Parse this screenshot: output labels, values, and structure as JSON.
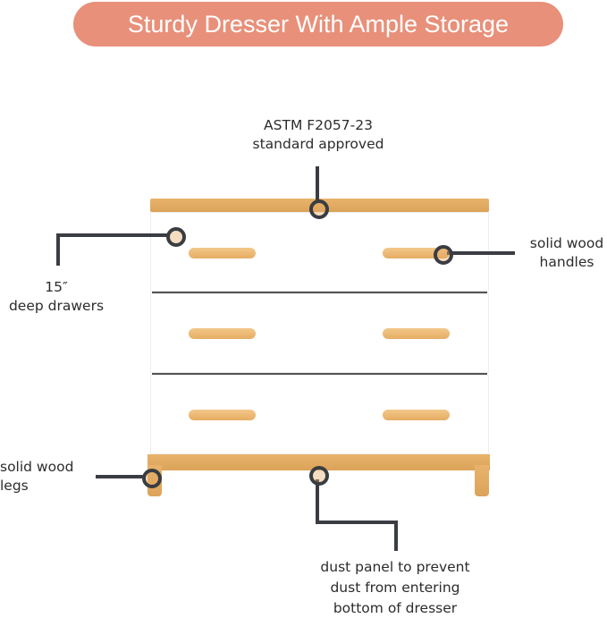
{
  "title": "Sturdy Dresser With Ample Storage",
  "colors": {
    "title_bg": "#e8907a",
    "callout_line": "#3a3d42",
    "wood": "#dca35a"
  },
  "callouts": {
    "astm": {
      "line1": "ASTM F2057-23",
      "line2": "standard approved"
    },
    "drawers": {
      "line1": "15″",
      "line2": "deep drawers"
    },
    "handles": {
      "line1": "solid wood",
      "line2": "handles"
    },
    "legs": {
      "line1": "solid wood",
      "line2": "legs"
    },
    "dust": {
      "line1": "dust panel to prevent",
      "line2": "dust from entering",
      "line3": "bottom of dresser"
    }
  }
}
